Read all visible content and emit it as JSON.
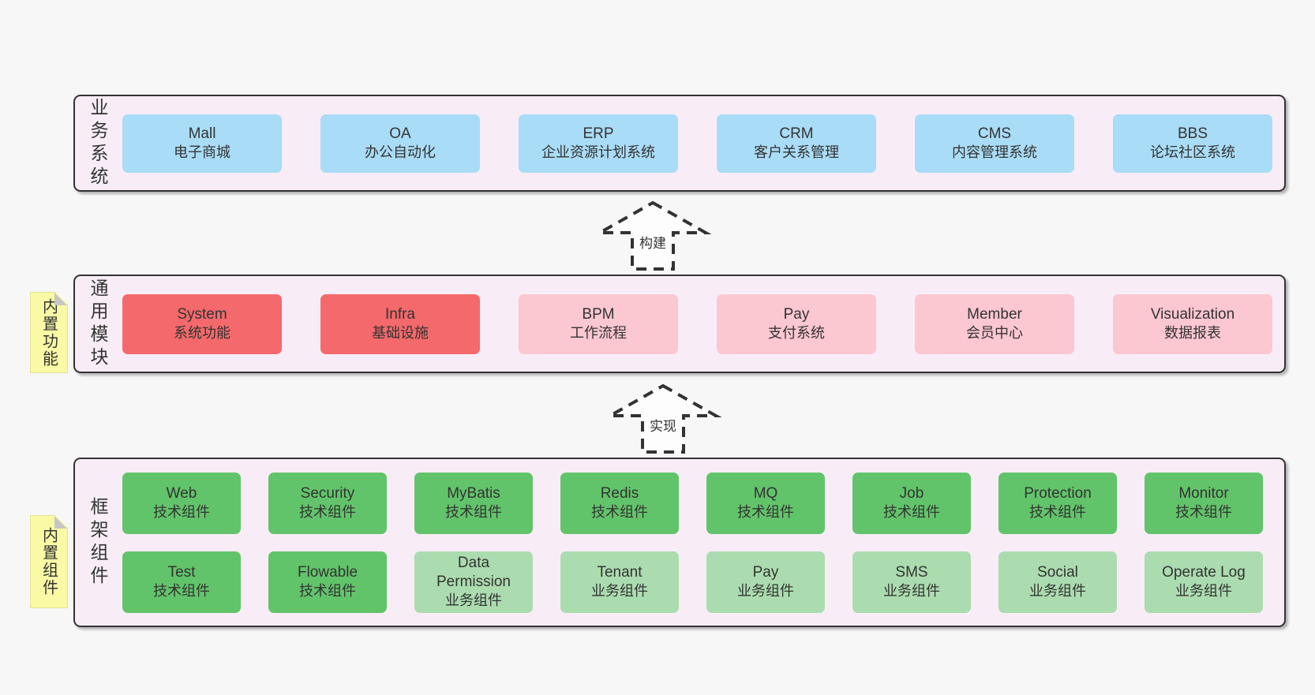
{
  "colors": {
    "blue": "#a9dcf6",
    "red": "#f4696b",
    "pink": "#fbc7d1",
    "green_dark": "#62c46a",
    "green_light": "#abdcaf",
    "container_bg": "#f8edf6",
    "tag_bg": "#fafaa6",
    "page_bg": "#f7f7f7",
    "border": "#333333",
    "text": "#333333"
  },
  "arrows": [
    {
      "label": "构建"
    },
    {
      "label": "实现"
    }
  ],
  "layers": [
    {
      "id": "business-systems",
      "label": "业务系统",
      "tag": null,
      "rows": [
        [
          {
            "title": "Mall",
            "subtitle": "电子商城",
            "type": "blue"
          },
          {
            "title": "OA",
            "subtitle": "办公自动化",
            "type": "blue"
          },
          {
            "title": "ERP",
            "subtitle": "企业资源计划系统",
            "type": "blue"
          },
          {
            "title": "CRM",
            "subtitle": "客户关系管理",
            "type": "blue"
          },
          {
            "title": "CMS",
            "subtitle": "内容管理系统",
            "type": "blue"
          },
          {
            "title": "BBS",
            "subtitle": "论坛社区系统",
            "type": "blue"
          }
        ]
      ]
    },
    {
      "id": "common-modules",
      "label": "通用模块",
      "tag": "内置功能",
      "rows": [
        [
          {
            "title": "System",
            "subtitle": "系统功能",
            "type": "red"
          },
          {
            "title": "Infra",
            "subtitle": "基础设施",
            "type": "red"
          },
          {
            "title": "BPM",
            "subtitle": "工作流程",
            "type": "pink"
          },
          {
            "title": "Pay",
            "subtitle": "支付系统",
            "type": "pink"
          },
          {
            "title": "Member",
            "subtitle": "会员中心",
            "type": "pink"
          },
          {
            "title": "Visualization",
            "subtitle": "数据报表",
            "type": "pink"
          }
        ]
      ]
    },
    {
      "id": "framework-components",
      "label": "框架组件",
      "tag": "内置组件",
      "rows": [
        [
          {
            "title": "Web",
            "subtitle": "技术组件",
            "type": "green_dark"
          },
          {
            "title": "Security",
            "subtitle": "技术组件",
            "type": "green_dark"
          },
          {
            "title": "MyBatis",
            "subtitle": "技术组件",
            "type": "green_dark"
          },
          {
            "title": "Redis",
            "subtitle": "技术组件",
            "type": "green_dark"
          },
          {
            "title": "MQ",
            "subtitle": "技术组件",
            "type": "green_dark"
          },
          {
            "title": "Job",
            "subtitle": "技术组件",
            "type": "green_dark"
          },
          {
            "title": "Protection",
            "subtitle": "技术组件",
            "type": "green_dark"
          },
          {
            "title": "Monitor",
            "subtitle": "技术组件",
            "type": "green_dark"
          }
        ],
        [
          {
            "title": "Test",
            "subtitle": "技术组件",
            "type": "green_dark"
          },
          {
            "title": "Flowable",
            "subtitle": "技术组件",
            "type": "green_dark"
          },
          {
            "title": "Data Permission",
            "subtitle": "业务组件",
            "type": "green_light"
          },
          {
            "title": "Tenant",
            "subtitle": "业务组件",
            "type": "green_light"
          },
          {
            "title": "Pay",
            "subtitle": "业务组件",
            "type": "green_light"
          },
          {
            "title": "SMS",
            "subtitle": "业务组件",
            "type": "green_light"
          },
          {
            "title": "Social",
            "subtitle": "业务组件",
            "type": "green_light"
          },
          {
            "title": "Operate Log",
            "subtitle": "业务组件",
            "type": "green_light"
          }
        ]
      ]
    }
  ]
}
